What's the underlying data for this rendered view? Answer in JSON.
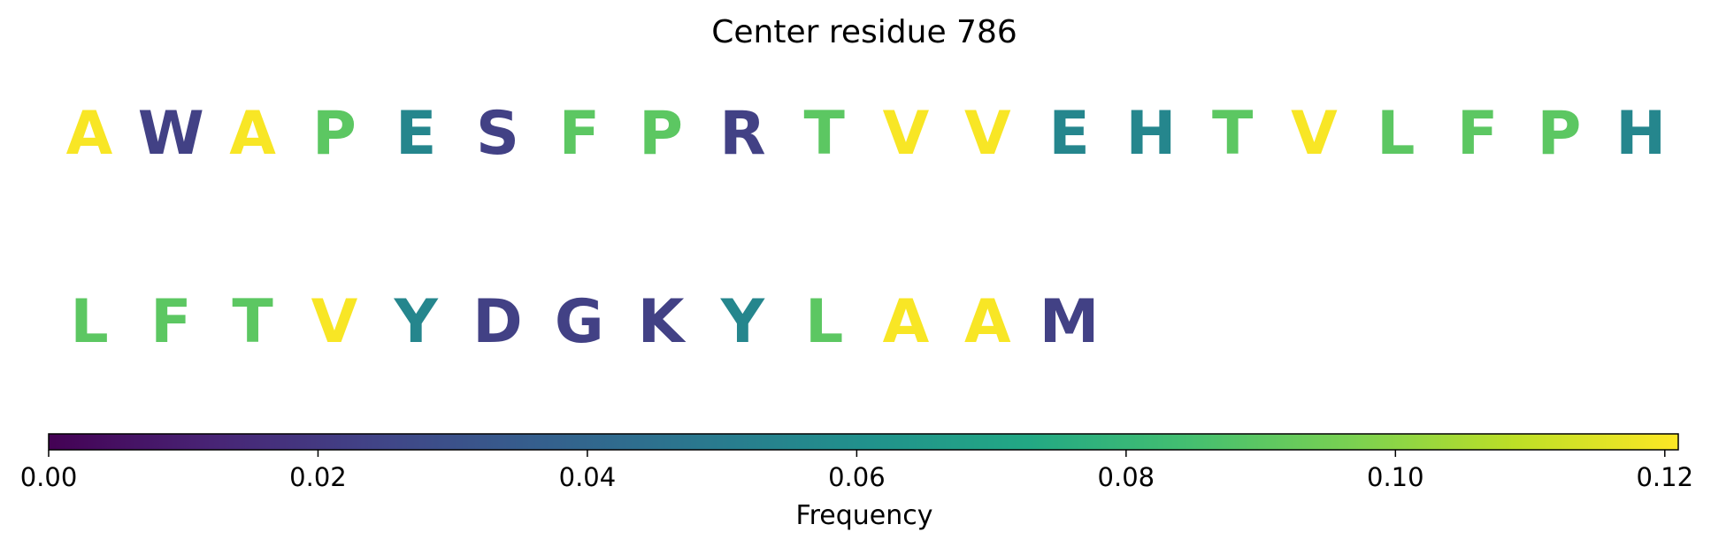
{
  "chart_data": {
    "type": "table",
    "title": "Center residue 786",
    "rows": [
      [
        {
          "letter": "A",
          "frequency": 0.12
        },
        {
          "letter": "W",
          "frequency": 0.023
        },
        {
          "letter": "A",
          "frequency": 0.12
        },
        {
          "letter": "P",
          "frequency": 0.09
        },
        {
          "letter": "E",
          "frequency": 0.055
        },
        {
          "letter": "S",
          "frequency": 0.023
        },
        {
          "letter": "F",
          "frequency": 0.09
        },
        {
          "letter": "P",
          "frequency": 0.09
        },
        {
          "letter": "R",
          "frequency": 0.023
        },
        {
          "letter": "T",
          "frequency": 0.09
        },
        {
          "letter": "V",
          "frequency": 0.12
        },
        {
          "letter": "V",
          "frequency": 0.12
        },
        {
          "letter": "E",
          "frequency": 0.055
        },
        {
          "letter": "H",
          "frequency": 0.055
        },
        {
          "letter": "T",
          "frequency": 0.09
        },
        {
          "letter": "V",
          "frequency": 0.12
        },
        {
          "letter": "L",
          "frequency": 0.09
        },
        {
          "letter": "F",
          "frequency": 0.09
        },
        {
          "letter": "P",
          "frequency": 0.09
        },
        {
          "letter": "H",
          "frequency": 0.055
        }
      ],
      [
        {
          "letter": "L",
          "frequency": 0.09
        },
        {
          "letter": "F",
          "frequency": 0.09
        },
        {
          "letter": "T",
          "frequency": 0.09
        },
        {
          "letter": "V",
          "frequency": 0.12
        },
        {
          "letter": "Y",
          "frequency": 0.055
        },
        {
          "letter": "D",
          "frequency": 0.023
        },
        {
          "letter": "G",
          "frequency": 0.023
        },
        {
          "letter": "K",
          "frequency": 0.023
        },
        {
          "letter": "Y",
          "frequency": 0.055
        },
        {
          "letter": "L",
          "frequency": 0.09
        },
        {
          "letter": "A",
          "frequency": 0.12
        },
        {
          "letter": "A",
          "frequency": 0.12
        },
        {
          "letter": "M",
          "frequency": 0.023
        }
      ]
    ],
    "colorbar": {
      "label": "Frequency",
      "colormap": "viridis",
      "range": [
        0.0,
        0.121
      ],
      "ticks": [
        0.0,
        0.02,
        0.04,
        0.06,
        0.08,
        0.1,
        0.12
      ],
      "tick_labels": [
        "0.00",
        "0.02",
        "0.04",
        "0.06",
        "0.08",
        "0.10",
        "0.12"
      ],
      "orientation": "horizontal"
    }
  }
}
